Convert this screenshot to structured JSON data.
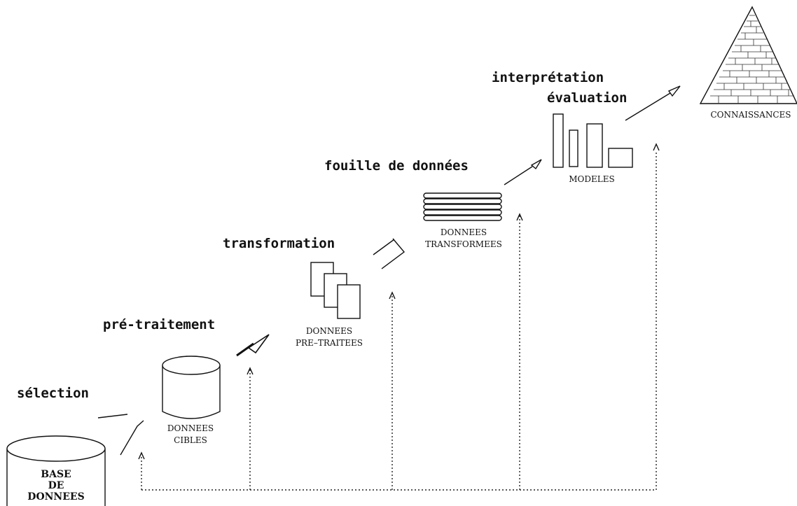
{
  "steps": {
    "selection": "sélection",
    "pretraitement": "pré-traitement",
    "transformation": "transformation",
    "fouille": "fouille de données",
    "interpretation_line1": "interprétation",
    "interpretation_line2": "évaluation"
  },
  "nodes": {
    "base": [
      "BASE",
      "DE",
      "DONNEES"
    ],
    "cibles": [
      "DONNEES",
      "CIBLES"
    ],
    "pretraitees": [
      "DONNEES",
      "PRE–TRAITEES"
    ],
    "transformees": [
      "DONNEES",
      "TRANSFORMEES"
    ],
    "modeles": "MODELES",
    "connaissances": "CONNAISSANCES"
  }
}
